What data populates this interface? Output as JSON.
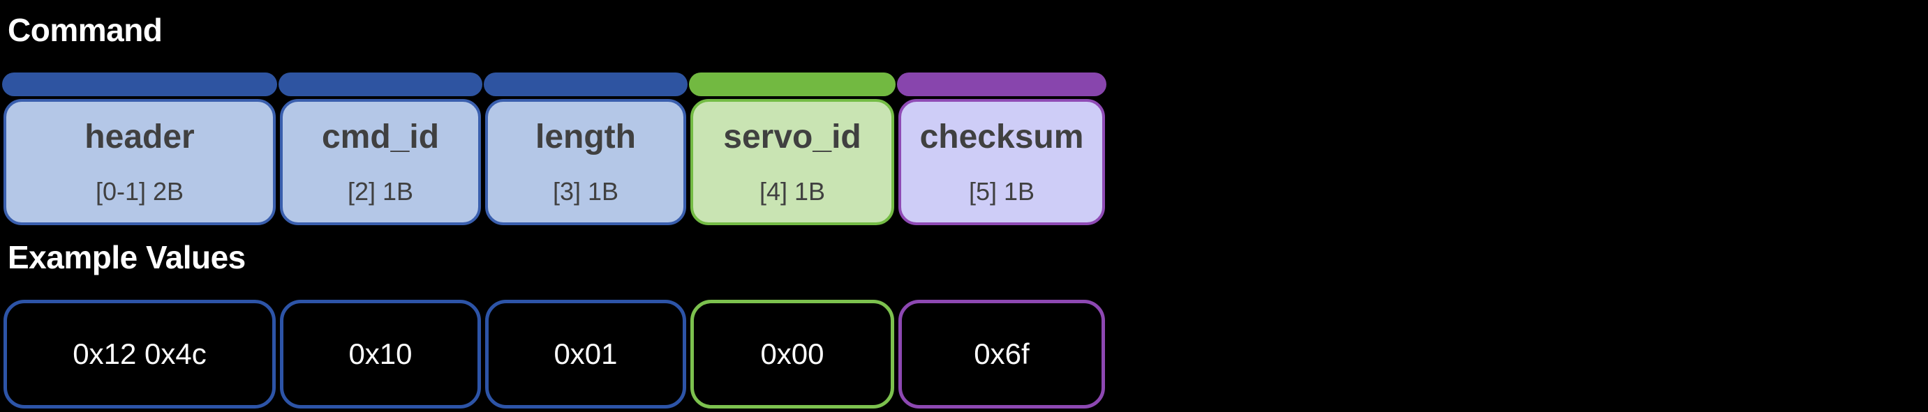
{
  "diagram": {
    "command_section_title": "Command",
    "example_section_title": "Example Values"
  },
  "packet_fields": [
    {
      "name": "header",
      "byte_range": "[0-1] 2B",
      "example_value": "0x12 0x4c",
      "color": "blue"
    },
    {
      "name": "cmd_id",
      "byte_range": "[2] 1B",
      "example_value": "0x10",
      "color": "blue"
    },
    {
      "name": "length",
      "byte_range": "[3] 1B",
      "example_value": "0x01",
      "color": "blue"
    },
    {
      "name": "servo_id",
      "byte_range": "[4] 1B",
      "example_value": "0x00",
      "color": "green"
    },
    {
      "name": "checksum",
      "byte_range": "[5] 1B",
      "example_value": "0x6f",
      "color": "purple"
    }
  ],
  "colors": {
    "background": "#000000",
    "title_text": "#FFFFFF",
    "field_text": "#404040",
    "value_text": "#FFFFFF",
    "palette": {
      "blue": {
        "bar": "#2E54A1",
        "body_fill": "#B4C7E7",
        "body_border": "#3A5FAE",
        "value_outline": "#2D54A7"
      },
      "green": {
        "bar": "#72B941",
        "body_fill": "#C9E4B3",
        "body_border": "#74BC45",
        "value_outline": "#7CC14E"
      },
      "purple": {
        "bar": "#8845AD",
        "body_fill": "#CECDF7",
        "body_border": "#8F4BB5",
        "value_outline": "#8D48B2"
      }
    }
  }
}
